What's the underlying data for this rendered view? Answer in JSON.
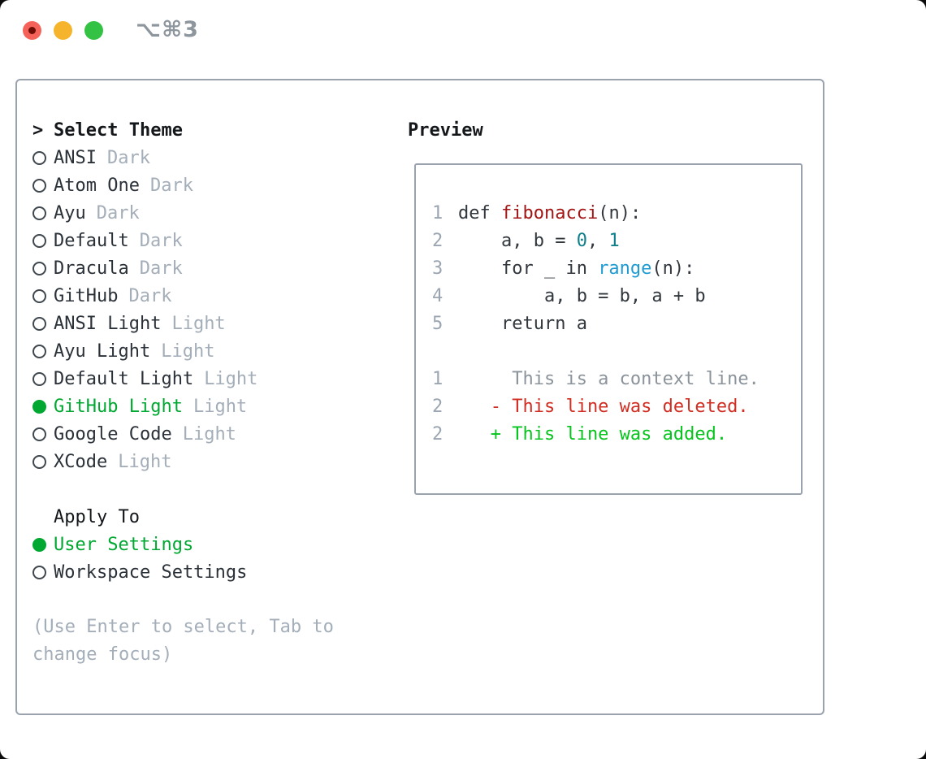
{
  "window": {
    "title": "⌥⌘3"
  },
  "colors": {
    "window_bg": "#ffffff",
    "border_gray": "#9aa2ae",
    "text_dark": "#2b3138",
    "header_black": "#15181b",
    "muted_gray": "#a4aeb9",
    "selection_green": "#00a832",
    "traffic_red": "#f4625a",
    "traffic_yellow": "#f6b42c",
    "traffic_green": "#33c243",
    "code_function_red": "#a31515",
    "code_number_teal": "#0f7f8b",
    "code_builtin_blue": "#1f9bd2",
    "diff_context_gray": "#8b939b",
    "diff_deleted_red": "#d02e22",
    "diff_added_green": "#06c41d",
    "line_number_gray": "#9ba6b2"
  },
  "icons": {
    "prompt": ">",
    "radio_unselected": "circle-outline",
    "radio_selected": "circle-filled-green"
  },
  "theme_panel": {
    "header": {
      "prompt": ">",
      "label": "Select Theme"
    },
    "themes": [
      {
        "name": "ANSI",
        "variant": "Dark",
        "selected": false
      },
      {
        "name": "Atom One",
        "variant": "Dark",
        "selected": false
      },
      {
        "name": "Ayu",
        "variant": "Dark",
        "selected": false
      },
      {
        "name": "Default",
        "variant": "Dark",
        "selected": false
      },
      {
        "name": "Dracula",
        "variant": "Dark",
        "selected": false
      },
      {
        "name": "GitHub",
        "variant": "Dark",
        "selected": false
      },
      {
        "name": "ANSI Light",
        "variant": "Light",
        "selected": false
      },
      {
        "name": "Ayu Light",
        "variant": "Light",
        "selected": false
      },
      {
        "name": "Default Light",
        "variant": "Light",
        "selected": false
      },
      {
        "name": "GitHub Light",
        "variant": "Light",
        "selected": true
      },
      {
        "name": "Google Code",
        "variant": "Light",
        "selected": false
      },
      {
        "name": "XCode",
        "variant": "Light",
        "selected": false
      }
    ],
    "apply_to": {
      "label": "Apply To",
      "options": [
        {
          "name": "User Settings",
          "selected": true
        },
        {
          "name": "Workspace Settings",
          "selected": false
        }
      ]
    },
    "hint_lines": [
      "(Use Enter to select, Tab to",
      "change focus)"
    ]
  },
  "preview": {
    "title": "Preview",
    "code": [
      {
        "num": "1",
        "s0": "def ",
        "s1": "fibonacci",
        "s2": "(n):"
      },
      {
        "num": "2",
        "s0": "    a, b = ",
        "s1": "0",
        "s2": ", ",
        "s3": "1"
      },
      {
        "num": "3",
        "s0": "    for _ in ",
        "s1": "range",
        "s2": "(n):"
      },
      {
        "num": "4",
        "s0": "        a, b = b, a + b"
      },
      {
        "num": "5",
        "s0": "    return a"
      }
    ],
    "diff": [
      {
        "num": "1",
        "text": "     This is a context line.",
        "kind": "context"
      },
      {
        "num": "2",
        "text": "   - This line was deleted.",
        "kind": "deleted"
      },
      {
        "num": "2",
        "text": "   + This line was added.",
        "kind": "added"
      }
    ]
  }
}
